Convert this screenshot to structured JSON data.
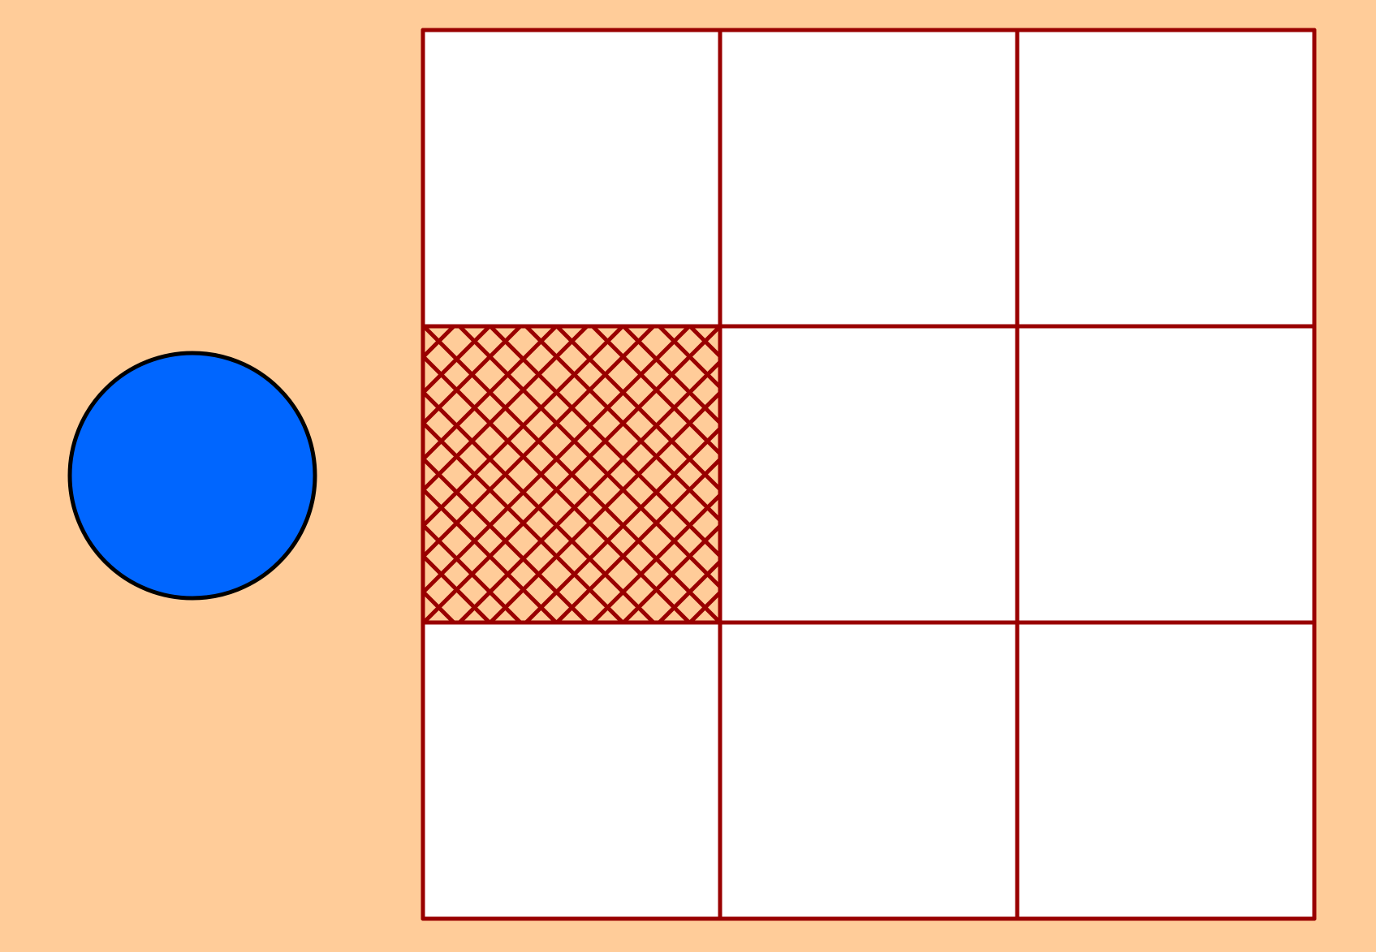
{
  "board": {
    "rows": 3,
    "columns": 3,
    "cells": [
      {
        "row": 0,
        "col": 0,
        "state": "empty"
      },
      {
        "row": 0,
        "col": 1,
        "state": "empty"
      },
      {
        "row": 0,
        "col": 2,
        "state": "empty"
      },
      {
        "row": 1,
        "col": 0,
        "state": "crosshatched"
      },
      {
        "row": 1,
        "col": 1,
        "state": "empty"
      },
      {
        "row": 1,
        "col": 2,
        "state": "empty"
      },
      {
        "row": 2,
        "col": 0,
        "state": "empty"
      },
      {
        "row": 2,
        "col": 1,
        "state": "empty"
      },
      {
        "row": 2,
        "col": 2,
        "state": "empty"
      }
    ]
  },
  "piece": {
    "shape": "circle",
    "icon": "blue-circle-piece-icon"
  },
  "colors": {
    "background": "#ffcc99",
    "cell_empty": "#ffffff",
    "cell_hatched_fill": "#ffcc99",
    "grid_line": "#990000",
    "hatch_line": "#990000",
    "piece_fill": "#0066ff",
    "piece_outline": "#000000"
  }
}
